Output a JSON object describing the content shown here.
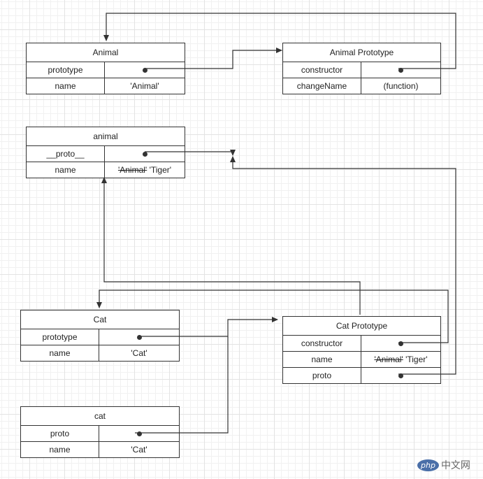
{
  "tables": {
    "animal_ctor": {
      "title": "Animal",
      "rows": [
        {
          "key": "prototype",
          "value": ""
        },
        {
          "key": "name",
          "value": "'Animal'"
        }
      ]
    },
    "animal_proto": {
      "title": "Animal Prototype",
      "rows": [
        {
          "key": "constructor",
          "value": ""
        },
        {
          "key": "changeName",
          "value": "(function)"
        }
      ]
    },
    "animal_inst": {
      "title": "animal",
      "rows": [
        {
          "key": "__proto__",
          "value": ""
        },
        {
          "key": "name",
          "old": "'Animal'",
          "new": "'Tiger'"
        }
      ]
    },
    "cat_ctor": {
      "title": "Cat",
      "rows": [
        {
          "key": "prototype",
          "value": ""
        },
        {
          "key": "name",
          "value": "'Cat'"
        }
      ]
    },
    "cat_proto": {
      "title": "Cat Prototype",
      "rows": [
        {
          "key": "constructor",
          "value": ""
        },
        {
          "key": "name",
          "old": "'Animal'",
          "new": "'Tiger'"
        },
        {
          "key": "proto",
          "value": ""
        }
      ]
    },
    "cat_inst": {
      "title": "cat",
      "rows": [
        {
          "key": "proto",
          "value": ""
        },
        {
          "key": "name",
          "value": "'Cat'"
        }
      ]
    }
  },
  "watermark": {
    "badge": "php",
    "text": "中文网"
  }
}
